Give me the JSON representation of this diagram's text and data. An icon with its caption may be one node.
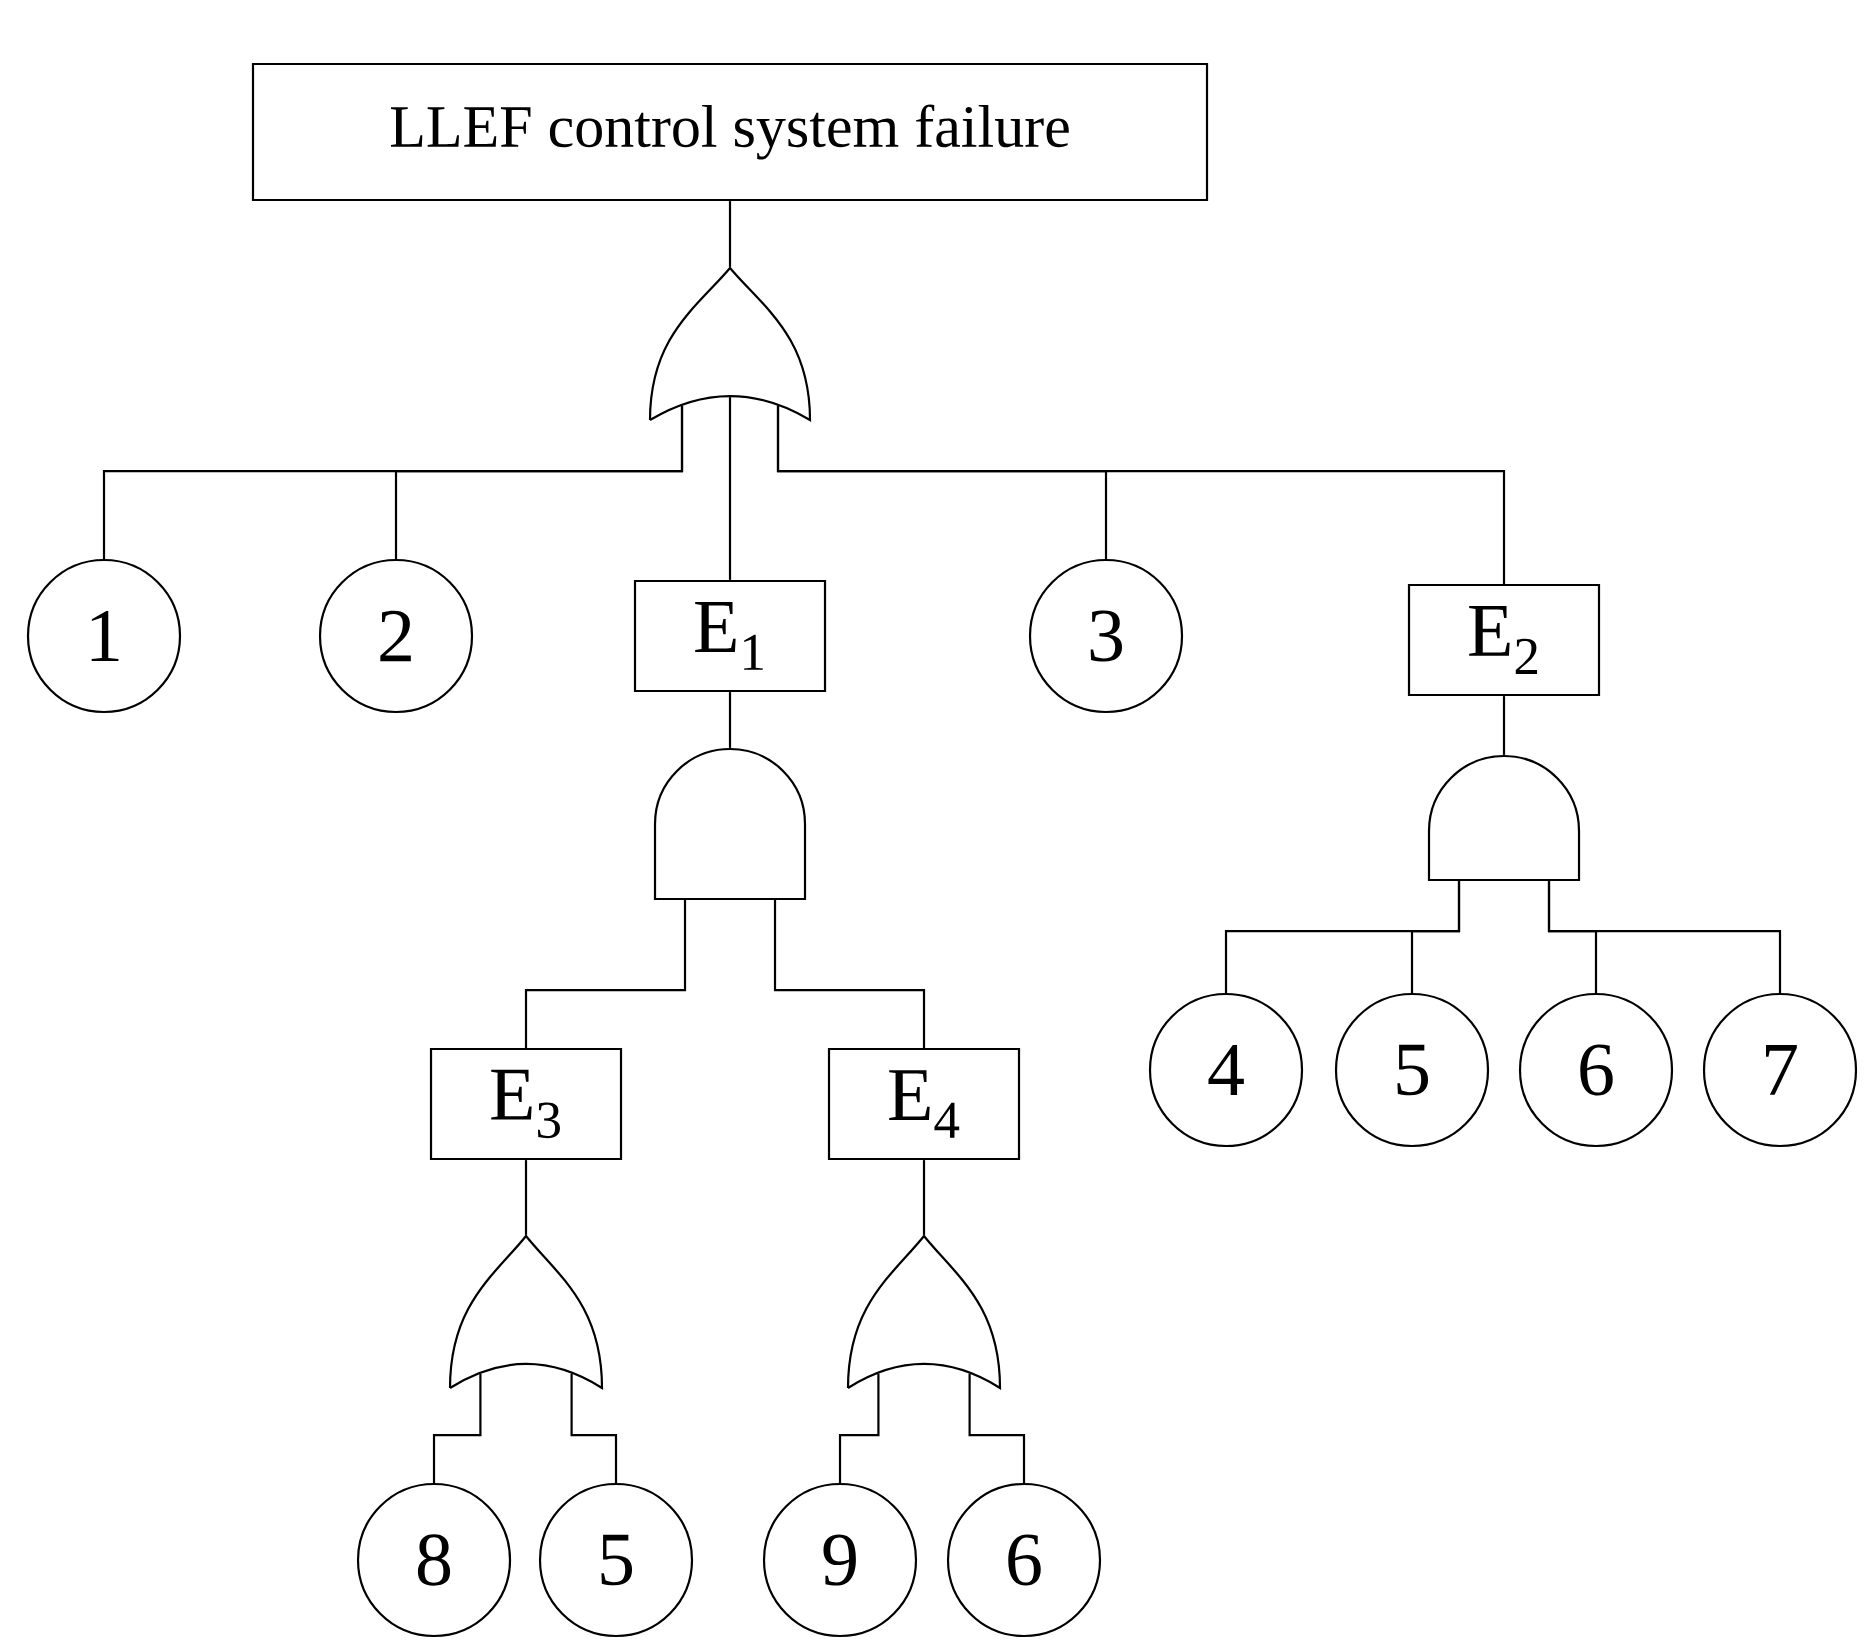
{
  "diagram": {
    "nodes": [
      {
        "text": [
          "LLEF control system failure"
        ]
      },
      {
        "text": [],
        "shape": "gate"
      },
      {
        "text": [
          "1"
        ]
      },
      {
        "text": [
          "2"
        ]
      },
      {
        "text": [
          "E$_{1}$"
        ]
      },
      {
        "text": [
          "3"
        ]
      },
      {
        "text": [
          "E$_{2}$"
        ]
      },
      {
        "text": [],
        "shape": "gate"
      },
      {
        "text": [],
        "shape": "gate"
      },
      {
        "text": [
          "E$_{3}$"
        ]
      },
      {
        "text": [
          "E$_{4}$"
        ]
      },
      {
        "text": [
          "4"
        ]
      },
      {
        "text": [
          "5"
        ]
      },
      {
        "text": [
          "6"
        ]
      },
      {
        "text": [
          "7"
        ]
      },
      {
        "text": [],
        "shape": "gate"
      },
      {
        "text": [],
        "shape": "gate"
      },
      {
        "text": [
          "8"
        ]
      },
      {
        "text": [
          "5"
        ]
      },
      {
        "text": [
          "9"
        ]
      },
      {
        "text": [
          "6"
        ]
      }
    ],
    "edges": [
      {
        "from": 0,
        "to": 1,
        "arrow": "none"
      },
      {
        "from": 1,
        "to": 2,
        "arrow": "none"
      },
      {
        "from": 1,
        "to": 3,
        "arrow": "none"
      },
      {
        "from": 1,
        "to": 4,
        "arrow": "none"
      },
      {
        "from": 1,
        "to": 5,
        "arrow": "none"
      },
      {
        "from": 1,
        "to": 6,
        "arrow": "none"
      },
      {
        "from": 4,
        "to": 7,
        "arrow": "none"
      },
      {
        "from": 7,
        "to": 9,
        "arrow": "none"
      },
      {
        "from": 7,
        "to": 10,
        "arrow": "none"
      },
      {
        "from": 6,
        "to": 8,
        "arrow": "none"
      },
      {
        "from": 8,
        "to": 11,
        "arrow": "none"
      },
      {
        "from": 8,
        "to": 12,
        "arrow": "none"
      },
      {
        "from": 8,
        "to": 13,
        "arrow": "none"
      },
      {
        "from": 8,
        "to": 14,
        "arrow": "none"
      },
      {
        "from": 9,
        "to": 15,
        "arrow": "none"
      },
      {
        "from": 15,
        "to": 17,
        "arrow": "none"
      },
      {
        "from": 15,
        "to": 18,
        "arrow": "none"
      },
      {
        "from": 10,
        "to": 16,
        "arrow": "none"
      },
      {
        "from": 16,
        "to": 19,
        "arrow": "none"
      },
      {
        "from": 16,
        "to": 20,
        "arrow": "none"
      }
    ]
  }
}
